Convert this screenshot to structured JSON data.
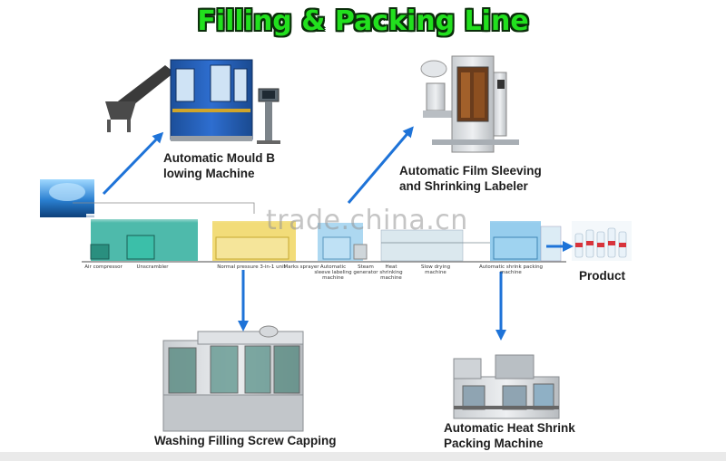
{
  "title": "Filling & Packing Line",
  "machines": {
    "mould_blowing": "Automatic Mould B\nlowing Machine",
    "sleeving": "Automatic Film Sleeving\nand Shrinking Labeler",
    "washing_filling": "Washing Filling Screw Capping",
    "heat_shrink": "Automatic Heat Shrink\nPacking Machine",
    "product": "Product"
  },
  "stages": [
    {
      "label": "Air compressor"
    },
    {
      "label": "Unscrambler"
    },
    {
      "label": "Normal pressure 3-in-1 unit"
    },
    {
      "label": "Marks sprayer"
    },
    {
      "label": "Automatic sleeve labeling machine"
    },
    {
      "label": "Steam generator"
    },
    {
      "label": "Heat shrinking machine"
    },
    {
      "label": "Slow drying machine"
    },
    {
      "label": "Automatic shrink packing machine"
    }
  ],
  "watermark": "trade.china.cn",
  "colors": {
    "title_fill": "#22e01e",
    "title_outline": "#0a2d0a",
    "arrow": "#1e73d8",
    "line_teal": "#2fae9c",
    "line_yellow": "#f1d86a",
    "line_blue": "#69b8e6"
  }
}
